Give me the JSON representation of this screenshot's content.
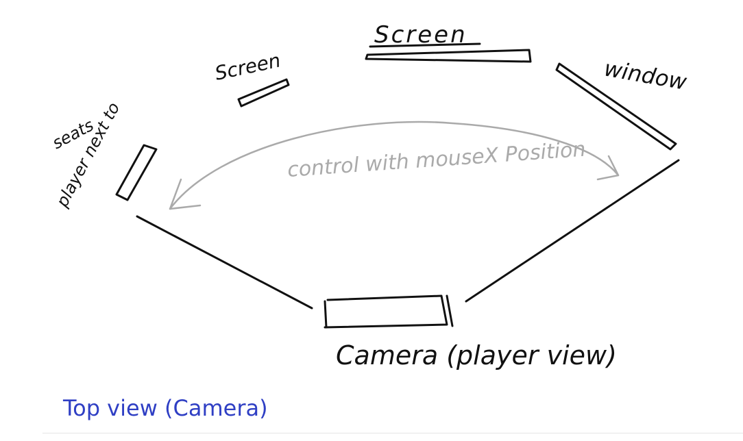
{
  "labels": {
    "screen_center": "Screen",
    "screen_left": "Screen",
    "window": "window",
    "seats_line1": "seats",
    "seats_line2": "player next to",
    "control": "control with mouseX Position",
    "camera": "Camera (player view)",
    "caption": "Top view (Camera)"
  },
  "colors": {
    "ink": "#111111",
    "annotation": "#aaaaaa",
    "caption": "#2f3fc4"
  }
}
